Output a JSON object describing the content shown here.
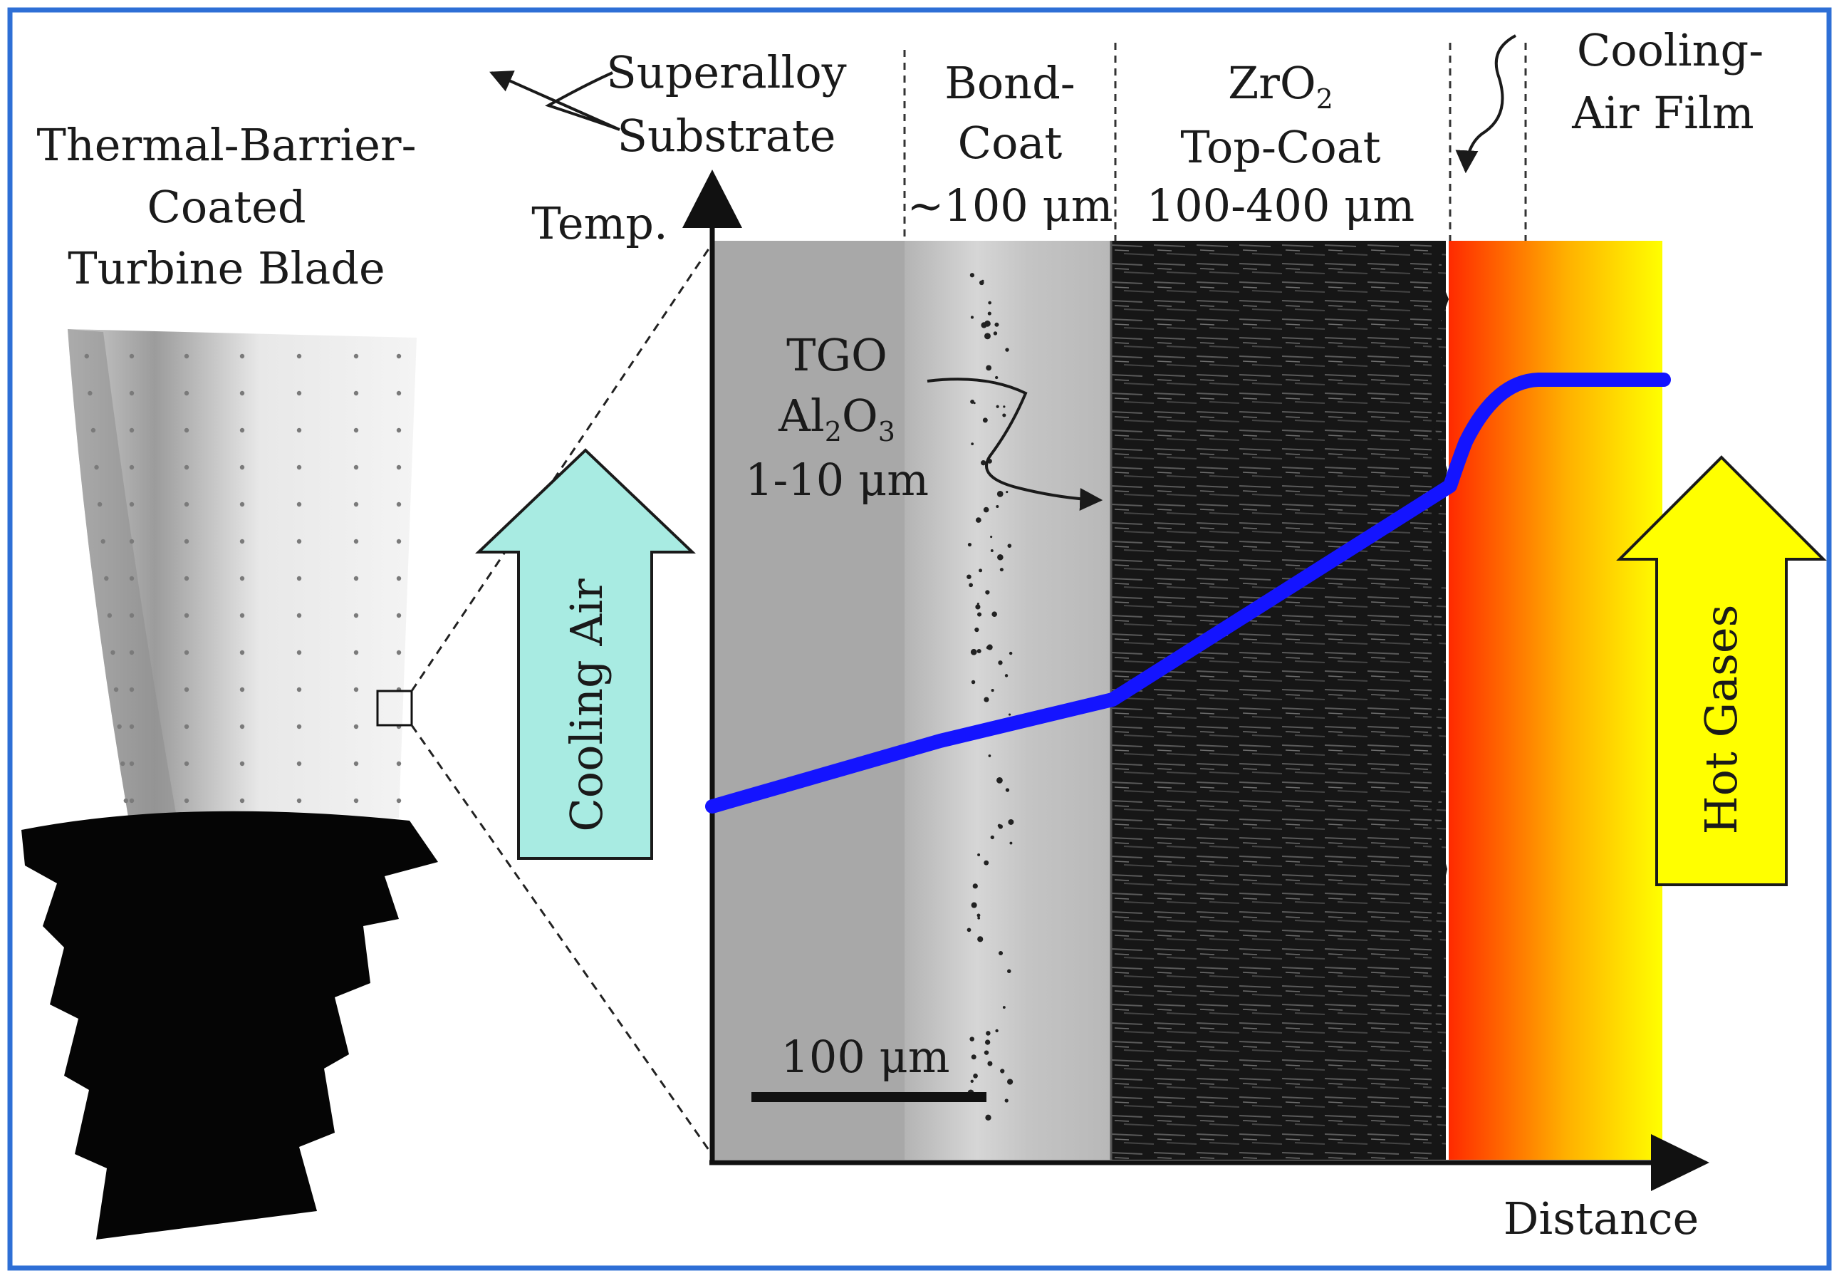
{
  "colors": {
    "border": "#2e6fd6",
    "temperature_curve": "#1414ff",
    "cooling_air_arrow": "#a8ebe2",
    "hot_gases_arrow": "#ffff00",
    "hot_zone_start": "#ff2a00",
    "hot_zone_end": "#ffff00"
  },
  "blade": {
    "title_lines": [
      "Thermal-Barrier-",
      "Coated",
      "Turbine Blade"
    ]
  },
  "axes": {
    "y_label": "Temp.",
    "x_label": "Distance"
  },
  "layers": {
    "substrate": {
      "lines": [
        "Superalloy",
        "Substrate"
      ]
    },
    "bond_coat": {
      "line1": "Bond-",
      "line2": "Coat",
      "thickness": "~100 μm"
    },
    "top_coat": {
      "formula_base": "ZrO",
      "formula_sub": "2",
      "line2": "Top-Coat",
      "thickness": "100-400 μm"
    },
    "air_film": {
      "lines": [
        "Cooling-",
        "Air Film"
      ]
    }
  },
  "tgo": {
    "line1": "TGO",
    "formula": {
      "a": "Al",
      "a_sub": "2",
      "b": "O",
      "b_sub": "3"
    },
    "thickness": "1-10 μm"
  },
  "scale_bar": {
    "label": "100 μm"
  },
  "arrows": {
    "cooling_air": "Cooling Air",
    "hot_gases": "Hot Gases"
  },
  "temperature_profile": {
    "description_nodes": [
      "substrate",
      "bond-coat/TGO",
      "top-coat/air-film",
      "hot gas"
    ]
  }
}
